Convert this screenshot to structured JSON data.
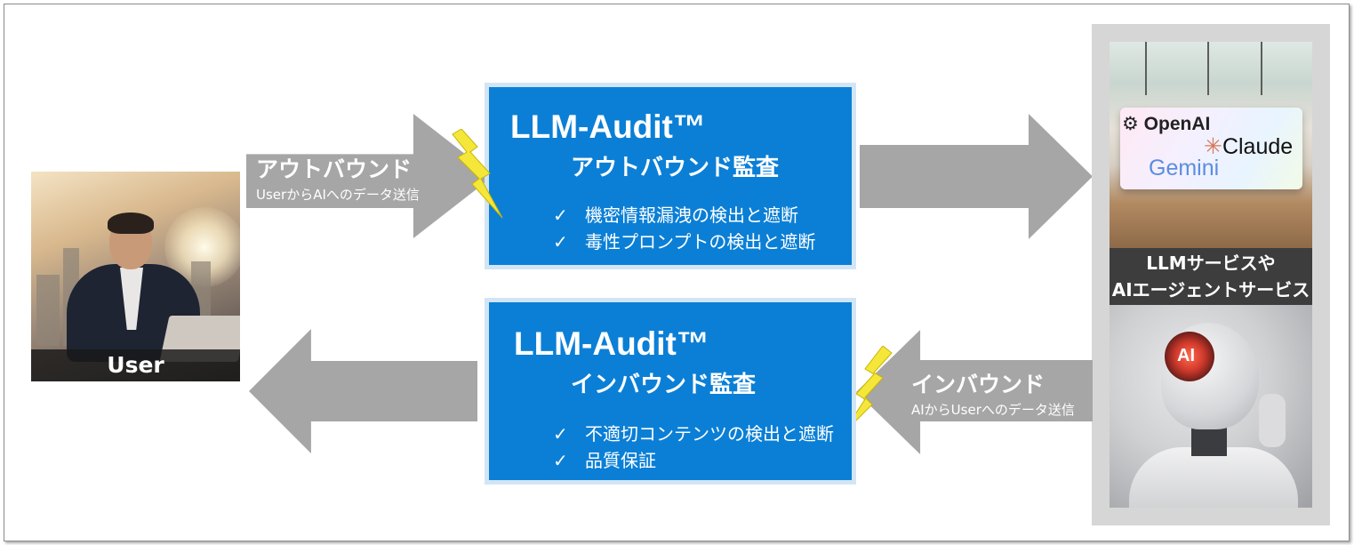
{
  "user": {
    "label": "User"
  },
  "outbound_arrow": {
    "title": "アウトバウンド",
    "subtitle": "UserからAIへのデータ送信"
  },
  "inbound_arrow": {
    "title": "インバウンド",
    "subtitle": "AIからUserへのデータ送信"
  },
  "outbound_audit": {
    "title": "LLM-Audit™",
    "subtitle": "アウトバウンド監査",
    "items": [
      "機密情報漏洩の検出と遮断",
      "毒性プロンプトの検出と遮断"
    ]
  },
  "inbound_audit": {
    "title": "LLM-Audit™",
    "subtitle": "インバウンド監査",
    "items": [
      "不適切コンテンツの検出と遮断",
      "品質保証"
    ]
  },
  "services": {
    "logos": [
      "OpenAI",
      "Claude",
      "Gemini"
    ],
    "label_line1": "LLMサービスや",
    "label_line2": "AIエージェントサービス",
    "robot_text": "AI"
  },
  "checkmark": "✓",
  "colors": {
    "audit_blue": "#0b7fd6",
    "arrow_gray": "#a6a6a6",
    "bolt_yellow": "#f5e73a"
  }
}
